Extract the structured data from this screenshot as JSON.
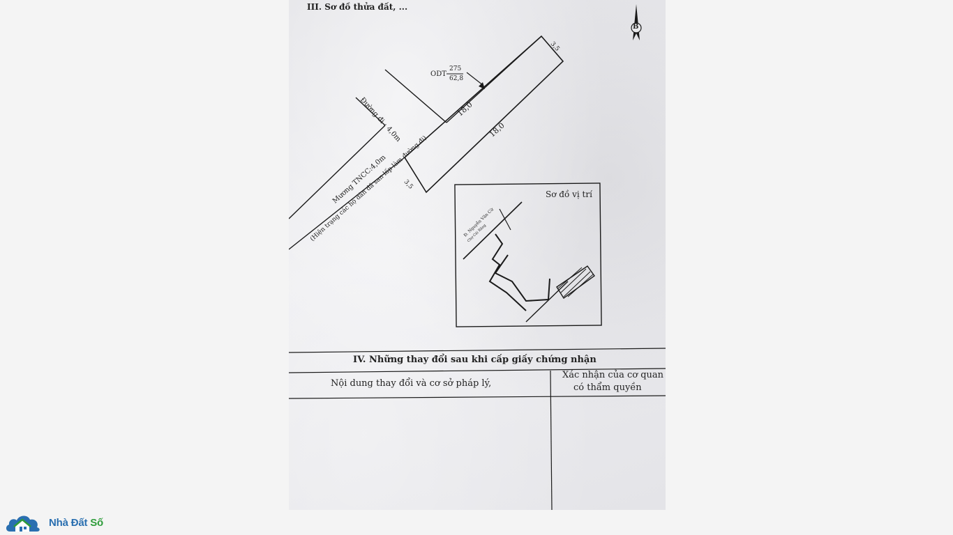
{
  "document": {
    "section3_title": "III. Sơ đồ thửa đất, ...",
    "north_symbol": "B",
    "parcel": {
      "land_type": "ODT",
      "parcel_number": "275",
      "area": "62,8",
      "side_top": "18,0",
      "side_bottom": "18,0",
      "end_top": "3,5",
      "end_bottom": "3,5"
    },
    "road_label": "Đường đi : 4,0m",
    "canal_label": "Mương TNCC:4,0m",
    "canal_note": "(Hiện trạng các hộ dân đã san lấp làm đường đi)",
    "location_map": {
      "title": "Sơ đồ vị trí",
      "street_label": "Đ. Nguyễn Văn Cừ",
      "small_label": "Chợ Cái Răng"
    },
    "section4_title": "IV. Những thay đổi sau khi cấp giấy chứng nhận",
    "table_headers": {
      "col1": "Nội dung thay đổi và cơ sở pháp lý,",
      "col2_line1": "Xác nhận của cơ quan",
      "col2_line2": "có thẩm quyền"
    }
  },
  "brand": {
    "name_part1": "Nhà Đất",
    "name_part2": "Số",
    "icon": "house-cloud-icon",
    "color_primary": "#2a6fb0",
    "color_accent": "#2e9c3a"
  }
}
